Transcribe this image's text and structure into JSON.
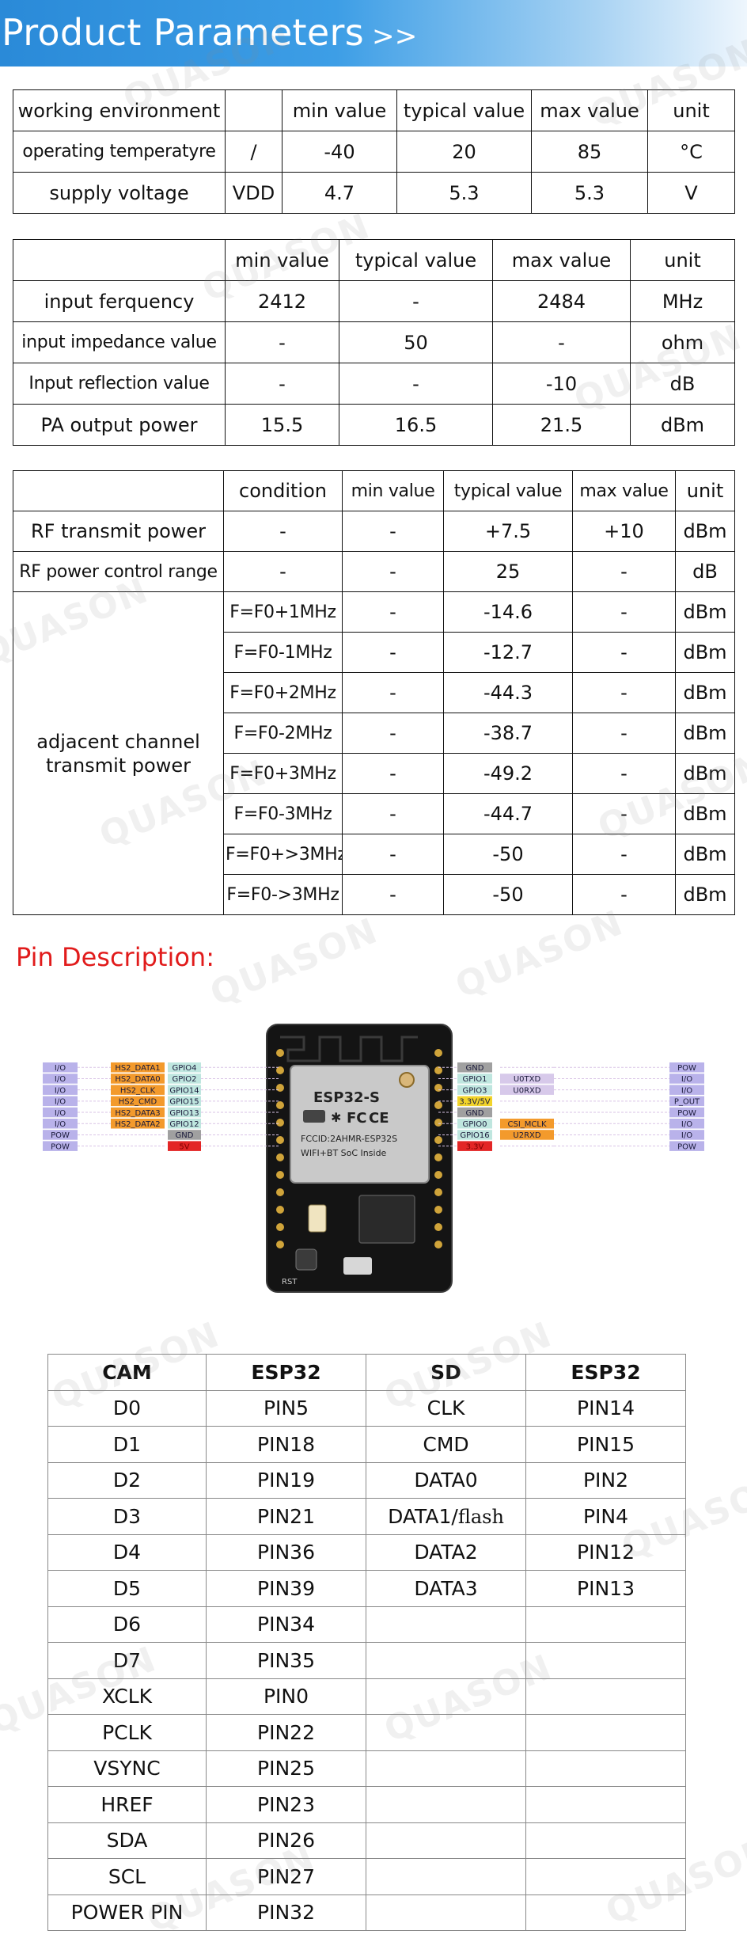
{
  "header": {
    "title": "Product Parameters",
    "arrows": ">>"
  },
  "table1": {
    "rows": [
      [
        "working environment",
        "",
        "min value",
        "typical value",
        "max value",
        "unit"
      ],
      [
        "operating temperatyre",
        "/",
        "-40",
        "20",
        "85",
        "°C"
      ],
      [
        "supply voltage",
        "VDD",
        "4.7",
        "5.3",
        "5.3",
        "V"
      ]
    ]
  },
  "table2": {
    "rows": [
      [
        "",
        "min value",
        "typical value",
        "max value",
        "unit"
      ],
      [
        "input ferquency",
        "2412",
        "-",
        "2484",
        "MHz"
      ],
      [
        "input impedance value",
        "-",
        "50",
        "-",
        "ohm"
      ],
      [
        "Input reflection value",
        "-",
        "-",
        "-10",
        "dB"
      ],
      [
        "PA output power",
        "15.5",
        "16.5",
        "21.5",
        "dBm"
      ]
    ]
  },
  "table3": {
    "header": [
      "",
      "condition",
      "min value",
      "typical value",
      "max value",
      "unit"
    ],
    "rf_transmit": [
      "RF transmit power",
      "-",
      "-",
      "+7.5",
      "+10",
      "dBm"
    ],
    "rf_control": [
      "RF power control range",
      "-",
      "-",
      "25",
      "-",
      "dB"
    ],
    "adjacent_label": "adjacent channel transmit power",
    "adjacent_rows": [
      [
        "F=F0+1MHz",
        "-",
        "-14.6",
        "-",
        "dBm"
      ],
      [
        "F=F0-1MHz",
        "-",
        "-12.7",
        "-",
        "dBm"
      ],
      [
        "F=F0+2MHz",
        "-",
        "-44.3",
        "-",
        "dBm"
      ],
      [
        "F=F0-2MHz",
        "-",
        "-38.7",
        "-",
        "dBm"
      ],
      [
        "F=F0+3MHz",
        "-",
        "-49.2",
        "-",
        "dBm"
      ],
      [
        "F=F0-3MHz",
        "-",
        "-44.7",
        "-",
        "dBm"
      ],
      [
        "F=F0+>3MHz",
        "-",
        "-50",
        "-",
        "dBm"
      ],
      [
        "F=F0->3MHz",
        "-",
        "-50",
        "-",
        "dBm"
      ]
    ]
  },
  "pin_section": {
    "title": "Pin Description:"
  },
  "board": {
    "chip_label": "ESP32-S",
    "chip_line1": "FCCID:2AHMR-ESP32S",
    "chip_line2": "WIFI+BT SoC Inside",
    "fcc": "FC",
    "ce": "CE",
    "button": "RST",
    "left_pins": [
      {
        "type": "I/O",
        "func": "HS2_DATA1",
        "gpio": "GPIO4"
      },
      {
        "type": "I/O",
        "func": "HS2_DATA0",
        "gpio": "GPIO2"
      },
      {
        "type": "I/O",
        "func": "HS2_CLK",
        "gpio": "GPIO14"
      },
      {
        "type": "I/O",
        "func": "HS2_CMD",
        "gpio": "GPIO15"
      },
      {
        "type": "I/O",
        "func": "HS2_DATA3",
        "gpio": "GPIO13"
      },
      {
        "type": "I/O",
        "func": "HS2_DATA2",
        "gpio": "GPIO12"
      },
      {
        "type": "POW",
        "func": "",
        "gpio": "GND"
      },
      {
        "type": "POW",
        "func": "",
        "gpio": "5V"
      }
    ],
    "right_pins": [
      {
        "gpio": "GND",
        "func": "",
        "type": "POW"
      },
      {
        "gpio": "GPIO1",
        "func": "U0TXD",
        "type": "I/O"
      },
      {
        "gpio": "GPIO3",
        "func": "U0RXD",
        "type": "I/O"
      },
      {
        "gpio": "3.3V/5V",
        "func": "",
        "type": "P_OUT"
      },
      {
        "gpio": "GND",
        "func": "",
        "type": "POW"
      },
      {
        "gpio": "GPIO0",
        "func": "CSI_MCLK",
        "type": "I/O"
      },
      {
        "gpio": "GPIO16",
        "func": "U2RXD",
        "type": "I/O"
      },
      {
        "gpio": "3.3V",
        "func": "",
        "type": "POW"
      }
    ]
  },
  "cam_table": {
    "header": [
      "CAM",
      "ESP32",
      "SD",
      "ESP32"
    ],
    "rows": [
      [
        "D0",
        "PIN5",
        "CLK",
        "PIN14"
      ],
      [
        "D1",
        "PIN18",
        "CMD",
        "PIN15"
      ],
      [
        "D2",
        "PIN19",
        "DATA0",
        "PIN2"
      ],
      [
        "D3",
        "PIN21",
        "DATA1/",
        "PIN4"
      ],
      [
        "D4",
        "PIN36",
        "DATA2",
        "PIN12"
      ],
      [
        "D5",
        "PIN39",
        "DATA3",
        "PIN13"
      ],
      [
        "D6",
        "PIN34",
        "",
        ""
      ],
      [
        "D7",
        "PIN35",
        "",
        ""
      ],
      [
        "XCLK",
        "PIN0",
        "",
        ""
      ],
      [
        "PCLK",
        "PIN22",
        "",
        ""
      ],
      [
        "VSYNC",
        "PIN25",
        "",
        ""
      ],
      [
        "HREF",
        "PIN23",
        "",
        ""
      ],
      [
        "SDA",
        "PIN26",
        "",
        ""
      ],
      [
        "SCL",
        "PIN27",
        "",
        ""
      ],
      [
        "POWER PIN",
        "PIN32",
        "",
        ""
      ]
    ],
    "flash_word": "flash"
  },
  "watermark": "QUASON",
  "colors": {
    "header_blue": "#2a8ad8",
    "pin_title_red": "#e11b1b",
    "type_purple": "#b9b2ea",
    "func_orange": "#f39a2c",
    "gpio_green": "#bfe6df",
    "gnd_gray": "#a0a0a0",
    "power_red": "#e32626",
    "io_lavender": "#d7c9ea",
    "volt_yellow": "#f2d42a"
  }
}
